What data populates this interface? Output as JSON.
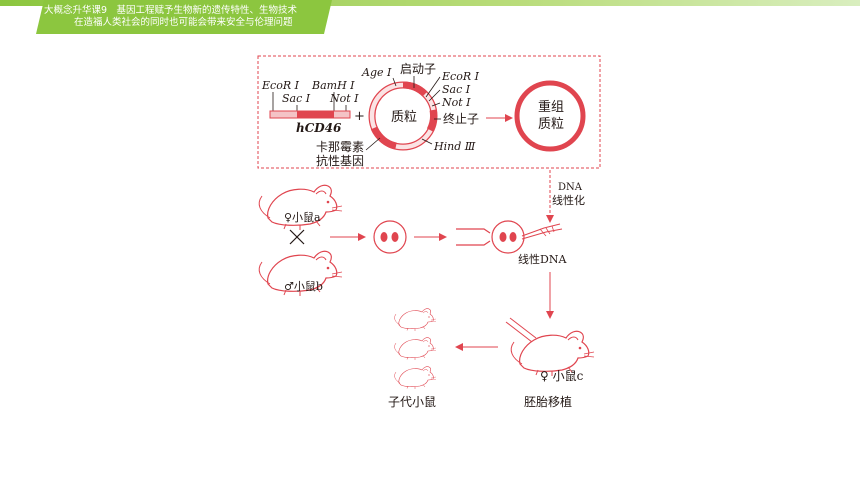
{
  "header": {
    "line1": "大概念升华课9　基因工程赋予生物新的遗传特性、生物技术",
    "line2": "在造福人类社会的同时也可能会带来安全与伦理问题"
  },
  "diagram": {
    "gene_segment": {
      "site_ecor1": "EcoR Ⅰ",
      "site_sac1": "Sac Ⅰ",
      "site_bamh1": "BamH Ⅰ",
      "site_not1": "Not Ⅰ",
      "gene_name": "hCD46",
      "plus": "+"
    },
    "plasmid": {
      "label": "质粒",
      "site_age1": "Age Ⅰ",
      "promoter": "启动子",
      "site_ecor1": "EcoR Ⅰ",
      "site_sac1": "Sac Ⅰ",
      "site_not1": "Not Ⅰ",
      "terminator": "终止子",
      "site_hind3": "Hind Ⅲ",
      "kan_line1": "卡那霉素",
      "kan_line2": "抗性基因"
    },
    "recombinant": {
      "line1": "重组",
      "line2": "质粒"
    },
    "linearize": {
      "line1": "DNA",
      "line2": "线性化"
    },
    "mouse_a": "♀小鼠a",
    "mouse_b": "♂小鼠b",
    "linear_dna": "线性DNA",
    "mouse_c": "♀  小鼠c",
    "embryo_transfer": "胚胎移植",
    "offspring": "子代小鼠"
  },
  "colors": {
    "accent": "#e0454f",
    "header_green": "#8cc63f",
    "ink": "#231815"
  }
}
